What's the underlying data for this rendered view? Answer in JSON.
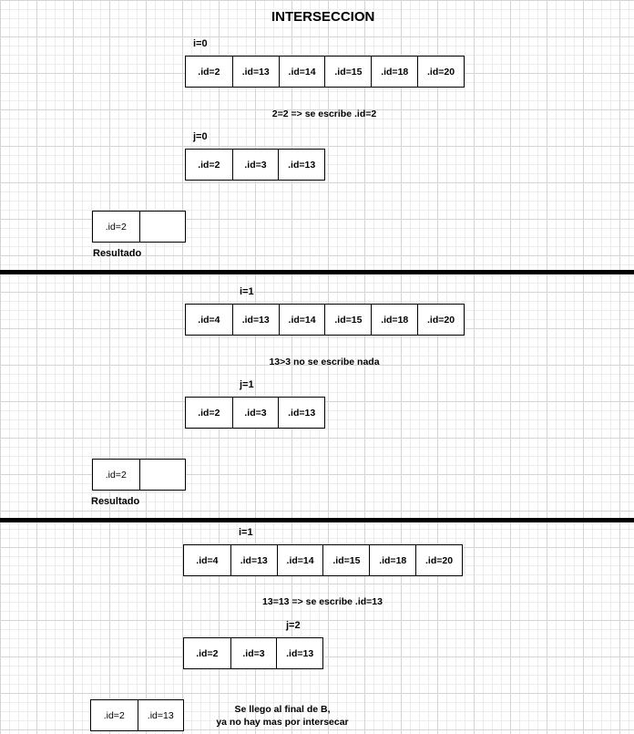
{
  "title": "INTERSECCION",
  "sections": [
    {
      "i_label": "i=0",
      "array_a": [
        ".id=2",
        ".id=13",
        ".id=14",
        ".id=15",
        ".id=18",
        ".id=20"
      ],
      "comparison": "2=2 => se escribe .id=2",
      "j_label": "j=0",
      "array_b": [
        ".id=2",
        ".id=3",
        ".id=13"
      ],
      "result": [
        ".id=2",
        ""
      ],
      "result_label": "Resultado"
    },
    {
      "i_label": "i=1",
      "array_a": [
        ".id=4",
        ".id=13",
        ".id=14",
        ".id=15",
        ".id=18",
        ".id=20"
      ],
      "comparison": "13>3 no se escribe nada",
      "j_label": "j=1",
      "array_b": [
        ".id=2",
        ".id=3",
        ".id=13"
      ],
      "result": [
        ".id=2",
        ""
      ],
      "result_label": "Resultado"
    },
    {
      "i_label": "i=1",
      "array_a": [
        ".id=4",
        ".id=13",
        ".id=14",
        ".id=15",
        ".id=18",
        ".id=20"
      ],
      "comparison": "13=13 => se escribe .id=13",
      "j_label": "j=2",
      "array_b": [
        ".id=2",
        ".id=3",
        ".id=13"
      ],
      "result": [
        ".id=2",
        ".id=13"
      ],
      "final_note_line1": "Se llego al final de B,",
      "final_note_line2": "ya no hay mas por intersecar"
    }
  ]
}
